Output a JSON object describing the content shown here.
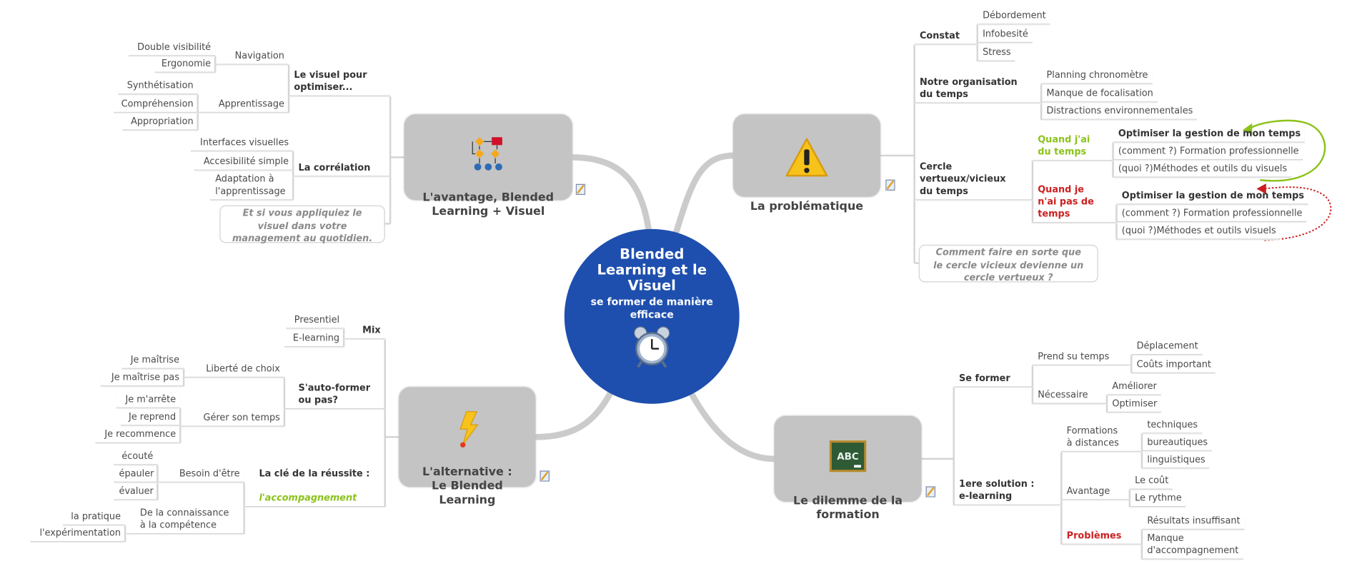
{
  "center": {
    "title": "Blended\nLearning et le\nVisuel",
    "subtitle": "se former de manière\nefficace",
    "icon": "alarm-clock-icon"
  },
  "topics": {
    "tl": {
      "label": "L'avantage, Blended\nLearning + Visuel",
      "icon": "flowchart-icon"
    },
    "tr": {
      "label": "La problématique",
      "icon": "warning-icon"
    },
    "bl": {
      "label": "L'alternative :\nLe Blended\nLearning",
      "icon": "lightning-icon"
    },
    "br": {
      "label": "Le dilemme de la\nformation",
      "icon": "chalkboard-icon"
    }
  },
  "tl": {
    "visuel": "Le visuel pour\noptimiser...",
    "navigation": "Navigation",
    "double": "Double visibilité",
    "ergo": "Ergonomie",
    "apprentissage": "Apprentissage",
    "synth": "Synthétisation",
    "compr": "Compréhension",
    "appro": "Appropriation",
    "correlation": "La corrélation",
    "interfaces": "Interfaces visuelles",
    "accessibilite": "Accesibilité simple",
    "adaptation": "Adaptation à\nl'apprentissage",
    "note": "Et si vous appliquiez le\nvisuel dans votre\nmanagement au quotidien."
  },
  "tr": {
    "constat": "Constat",
    "debordement": "Débordement",
    "infobesite": "Infobesité",
    "stress": "Stress",
    "organisation": "Notre organisation\ndu temps",
    "planning": "Planning chronomètre",
    "manque": "Manque de focalisation",
    "distractions": "Distractions environnementales",
    "cercle": "Cercle\nvertueux/vicieux\ndu temps",
    "quand1": "Quand j'ai\ndu temps",
    "opt1": "Optimiser la gestion de mon temps",
    "com1": "(comment ?) Formation professionnelle",
    "quoi1": "(quoi ?)Méthodes et outils du visuels",
    "quand2": "Quand je\nn'ai pas de\ntemps",
    "opt2": "Optimiser la gestion de mon temps",
    "com2": "(comment ?) Formation professionnelle",
    "quoi2": "(quoi ?)Méthodes et outils visuels",
    "note": "Comment faire en sorte que\nle cercle vicieux devienne un\ncercle vertueux ?"
  },
  "bl": {
    "mix": "Mix",
    "presentiel": "Presentiel",
    "elearning": "E-learning",
    "sauto": "S'auto-former\nou pas?",
    "liberte": "Liberté de choix",
    "jm": "Je maîtrise",
    "jmp": "Je maîtrise pas",
    "gerer": "Gérer son temps",
    "arrete": "Je m'arrête",
    "reprend": "Je reprend",
    "recommence": "Je recommence",
    "cle": "La clé de la réussite :",
    "cle2": "l'accompagnement",
    "besoin": "Besoin d'être",
    "ecoute": "écouté",
    "epauler": "épauler",
    "evaluer": "évaluer",
    "connaissance": "De la connaissance\nà la compétence",
    "pratique": "la pratique",
    "experimentation": "l'expérimentation"
  },
  "br": {
    "seformer": "Se former",
    "prend": "Prend su temps",
    "deplacement": "Déplacement",
    "couts": "Coûts important",
    "necessaire": "Nécessaire",
    "ameliorer": "Améliorer",
    "optimiser": "Optimiser",
    "solution": "1ere solution :\n e-learning",
    "formations": "Formations\nà distances",
    "techniques": "techniques",
    "bureautiques": "bureautiques",
    "linguistiques": "linguistiques",
    "avantage": "Avantage",
    "cout": "Le coût",
    "rythme": "Le rythme",
    "problemes": "Problèmes",
    "resultats": "Résultats insuffisant",
    "manqueacc": "Manque\nd'accompagnement"
  },
  "colors": {
    "center": "#1e4fae",
    "topic": "#c4c4c4",
    "positive": "#8cc21a",
    "negative": "#cc2020"
  }
}
